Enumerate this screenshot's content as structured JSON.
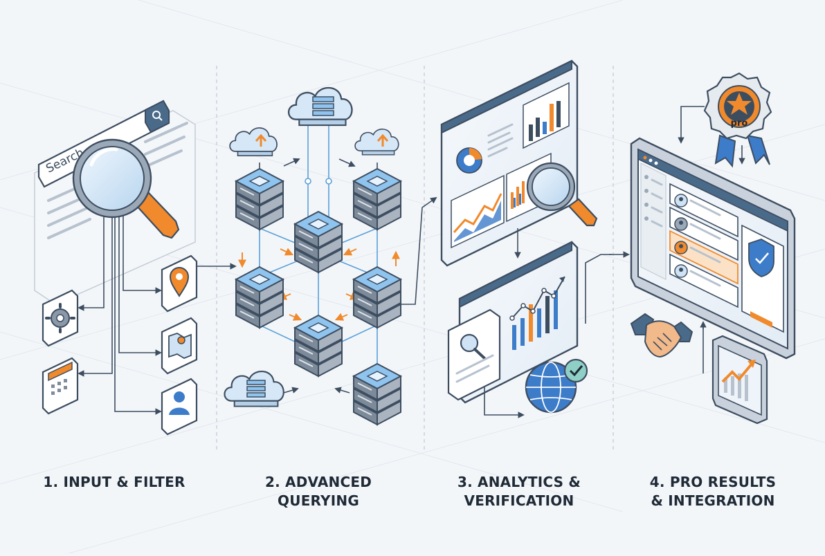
{
  "search_bar": {
    "placeholder": "Search"
  },
  "stages": [
    {
      "line1": "1. INPUT & FILTER",
      "line2": ""
    },
    {
      "line1": "2. ADVANCED",
      "line2": "QUERYING"
    },
    {
      "line1": "3. ANALYTICS &",
      "line2": "VERIFICATION"
    },
    {
      "line1": "4. PRO RESULTS",
      "line2": "& INTEGRATION"
    }
  ],
  "badge": {
    "label": "pro"
  },
  "colors": {
    "outline": "#3d4d60",
    "accent_blue": "#3d7cc9",
    "accent_orange": "#f08a2c",
    "light_blue": "#cfe3f5",
    "background": "#f3f6f9"
  },
  "icons": [
    "search-icon",
    "magnifier-icon",
    "gear-icon",
    "calendar-icon",
    "location-pin-icon",
    "map-icon",
    "user-icon",
    "cloud-server-icon",
    "server-icon",
    "bar-chart-icon",
    "pie-chart-icon",
    "line-chart-icon",
    "globe-icon",
    "check-icon",
    "award-badge-icon",
    "shield-check-icon",
    "handshake-icon",
    "tablet-chart-icon"
  ]
}
